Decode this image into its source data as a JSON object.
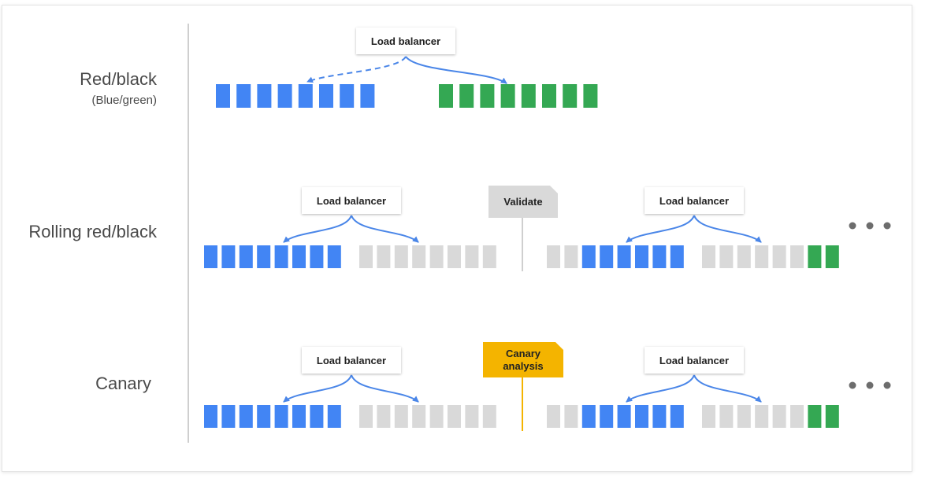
{
  "rows": [
    {
      "title": "Red/black",
      "subtitle": "(Blue/green)"
    },
    {
      "title": "Rolling red/black"
    },
    {
      "title": "Canary"
    }
  ],
  "load_balancer_label": "Load balancer",
  "gates": {
    "validate": "Validate",
    "canary_line1": "Canary",
    "canary_line2": "analysis"
  },
  "ellipsis": "...",
  "colors": {
    "blue": "#4285f4",
    "green": "#34a853",
    "gray": "#d9d9d9",
    "canary": "#f4b400",
    "divider": "#cfcfcf"
  }
}
